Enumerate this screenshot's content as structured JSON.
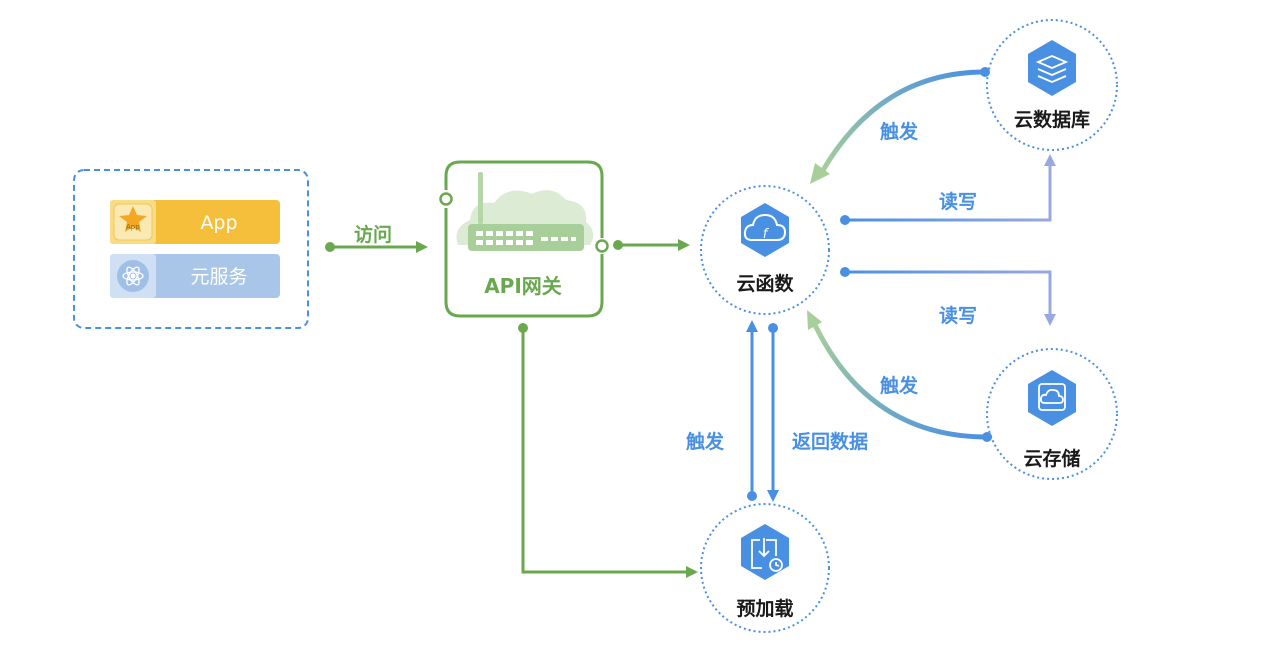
{
  "client": {
    "app_label": "App",
    "app_icon_text": "App",
    "service_label": "元服务"
  },
  "gateway": {
    "label": "API网关"
  },
  "nodes": {
    "function": "云函数",
    "database": "云数据库",
    "storage": "云存储",
    "preload": "预加载"
  },
  "edges": {
    "visit": "访问",
    "db_trigger": "触发",
    "db_readwrite": "读写",
    "storage_readwrite": "读写",
    "storage_trigger": "触发",
    "preload_trigger": "触发",
    "return_data": "返回数据"
  },
  "colors": {
    "green": "#6aa84f",
    "blue": "#4a90e2",
    "app_yellow": "#f5bf3c",
    "service_blue": "#a9c6e8"
  }
}
